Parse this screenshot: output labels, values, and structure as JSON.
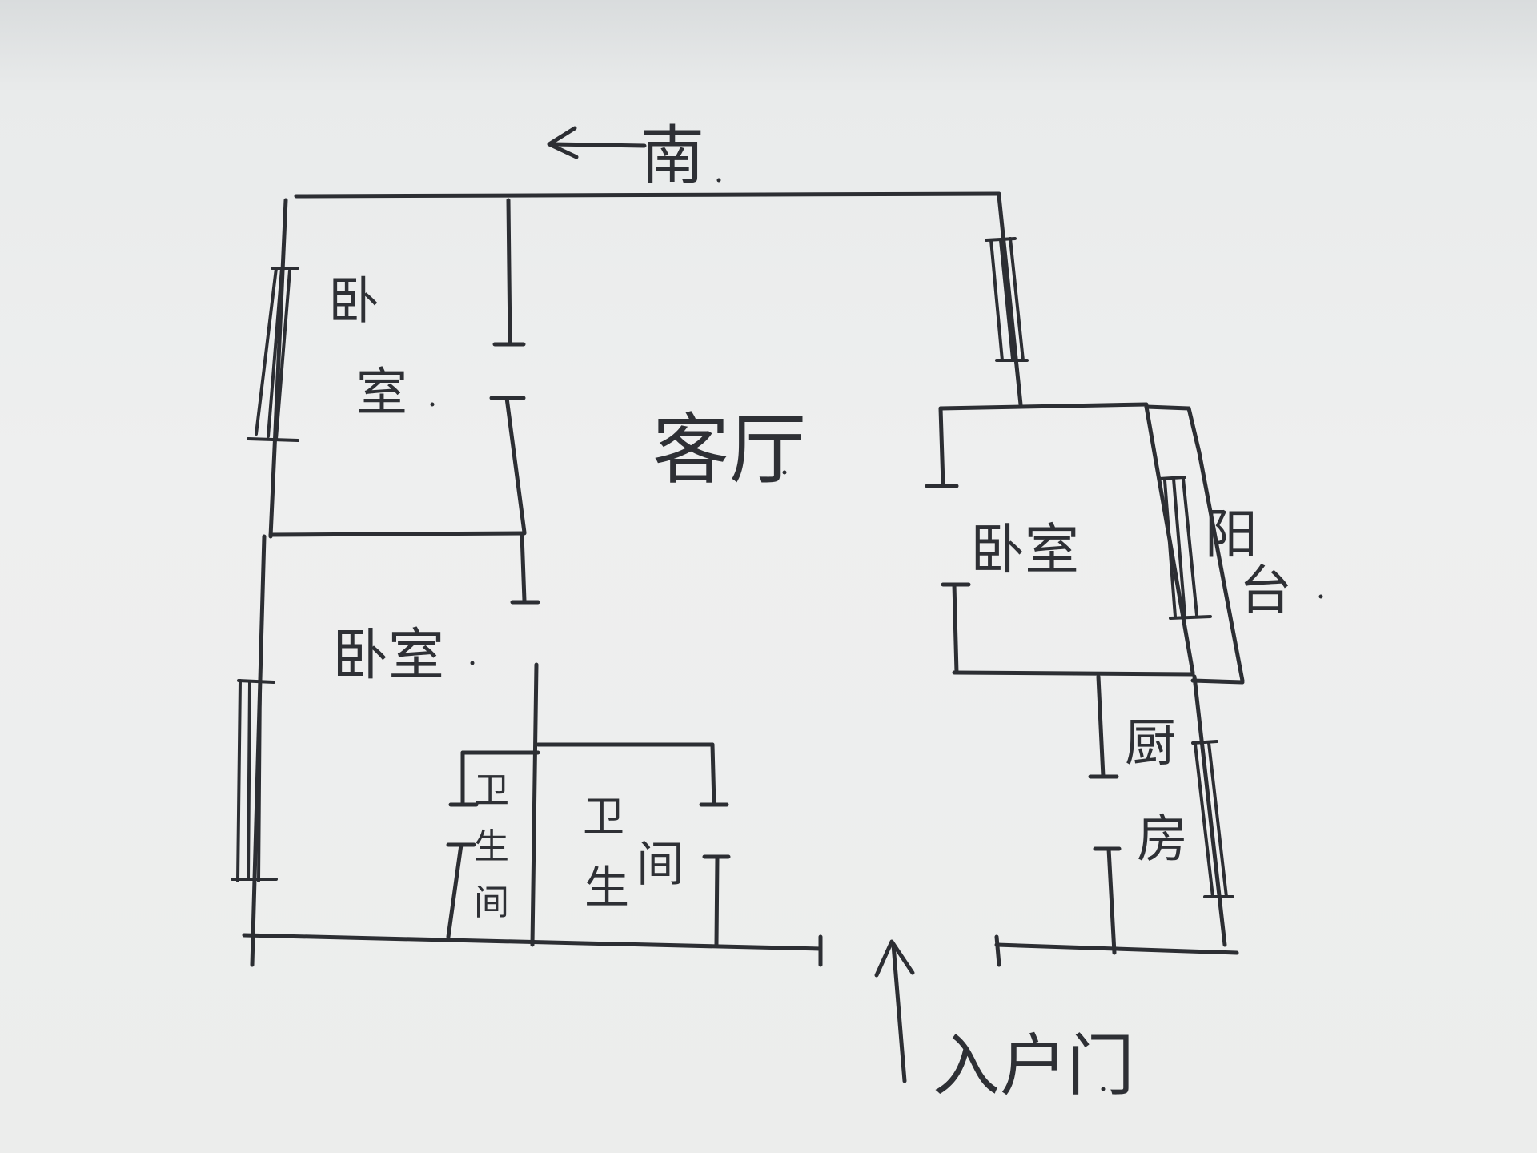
{
  "compass": {
    "text": "南",
    "arrow": "left-arrow"
  },
  "rooms": {
    "bedroom_top_left": {
      "line1": "卧",
      "line2": "室"
    },
    "living_room": "客厅",
    "bedroom_bottom_left": "卧室",
    "bathroom_small": {
      "line1": "卫",
      "line2": "生",
      "line3": "间"
    },
    "bathroom_main": {
      "part1": "卫",
      "part2": "生",
      "part3": "间"
    },
    "bedroom_right": "卧室",
    "balcony": {
      "line1": "阳",
      "line2": "台"
    },
    "kitchen": {
      "line1": "厨",
      "line2": "房"
    }
  },
  "entrance": {
    "text": "入户门",
    "arrow": "up-arrow"
  },
  "ink_color": "#2c2e33",
  "paper_color": "#eeefef"
}
